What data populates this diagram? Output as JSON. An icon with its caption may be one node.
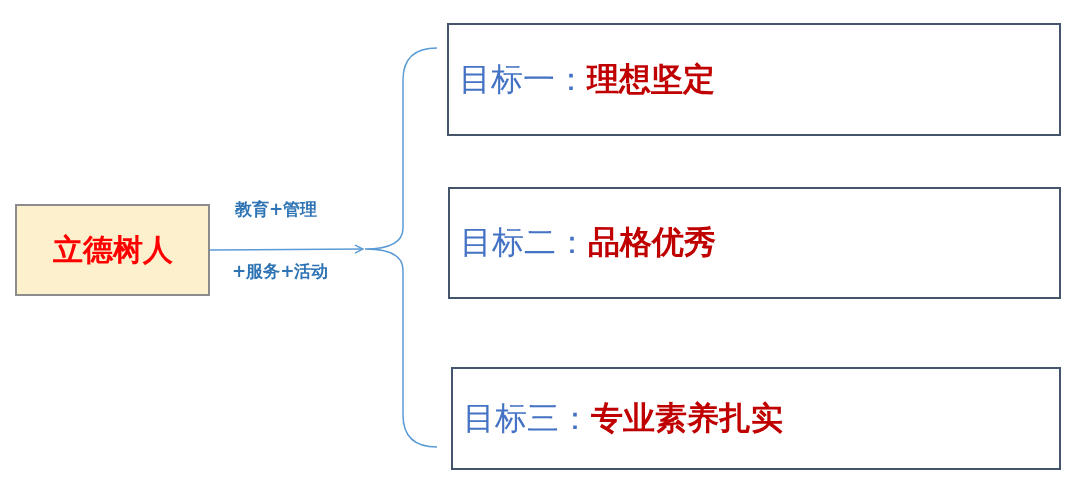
{
  "diagram": {
    "nodes": [
      {
        "text": [
          "立德树人"
        ]
      },
      {
        "text": [
          "目标一：",
          "理想坚定"
        ]
      },
      {
        "text": [
          "目标二：",
          "品格优秀"
        ]
      },
      {
        "text": [
          "目标三：",
          "专业素养扎实"
        ]
      },
      {
        "text": [],
        "shape": "bracket"
      }
    ],
    "edges": [
      {
        "from": 0,
        "to": 4,
        "arrow": "to"
      }
    ],
    "labels": [
      "教育+管理",
      "+服务+活动"
    ]
  }
}
